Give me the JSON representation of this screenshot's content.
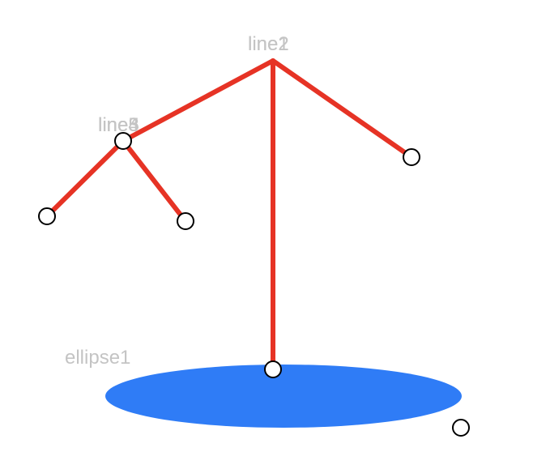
{
  "shapes": {
    "line1": {
      "label": "line1",
      "color": "#e63325"
    },
    "line2": {
      "label": "line2",
      "color": "#e63325"
    },
    "line3": {
      "label": "line3",
      "color": "#e63325"
    },
    "line4": {
      "label": "line4",
      "color": "#e63325"
    },
    "line5": {
      "label": "line5",
      "color": "#e63325"
    },
    "ellipse1": {
      "label": "ellipse1",
      "color": "#2f7cf6"
    }
  },
  "colors": {
    "line": "#e63325",
    "ellipse_fill": "#2f7cf6",
    "label": "#c4c4c4",
    "handle_fill": "#ffffff",
    "handle_stroke": "#000000",
    "background": "#ffffff"
  }
}
